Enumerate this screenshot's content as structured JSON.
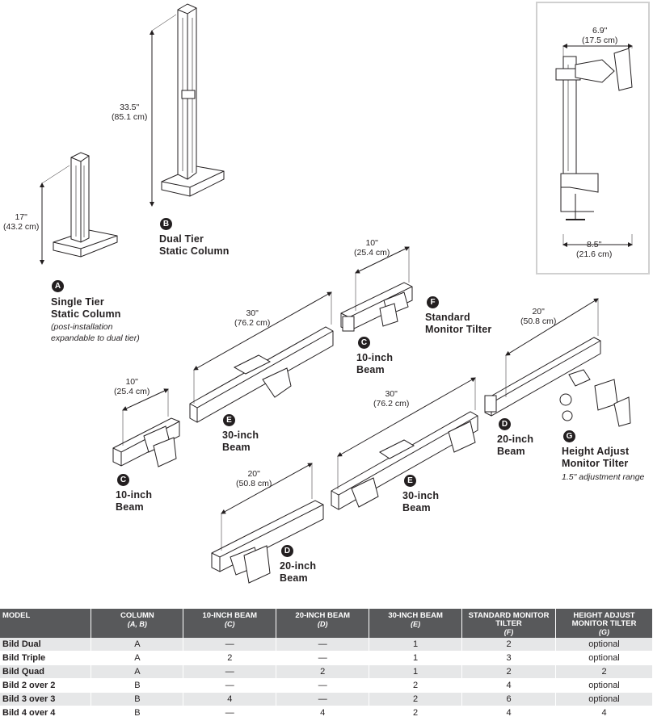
{
  "figures": {
    "single_column": {
      "badge": "A",
      "title_line1": "Single Tier",
      "title_line2": "Static Column",
      "note_line1": "(post-installation",
      "note_line2": "expandable to dual tier)",
      "dim_line1": "17\"",
      "dim_line2": "(43.2 cm)"
    },
    "dual_column": {
      "badge": "B",
      "title_line1": "Dual Tier",
      "title_line2": "Static Column",
      "dim_line1": "33.5\"",
      "dim_line2": "(85.1 cm)"
    },
    "side_view": {
      "top_dim_line1": "6.9\"",
      "top_dim_line2": "(17.5 cm)",
      "bottom_dim_line1": "8.5\"",
      "bottom_dim_line2": "(21.6 cm)"
    },
    "beam10_top": {
      "badge": "C",
      "title_line1": "10-inch",
      "title_line2": "Beam",
      "dim_line1": "10\"",
      "dim_line2": "(25.4 cm)"
    },
    "tilter_std": {
      "badge": "F",
      "title_line1": "Standard",
      "title_line2": "Monitor Tilter"
    },
    "beam30_top": {
      "badge": "E",
      "title_line1": "30-inch",
      "title_line2": "Beam",
      "dim_line1": "30\"",
      "dim_line2": "(76.2 cm)"
    },
    "beam20_right": {
      "badge": "D",
      "title_line1": "20-inch",
      "title_line2": "Beam",
      "dim_line1": "20\"",
      "dim_line2": "(50.8 cm)"
    },
    "tilter_height": {
      "badge": "G",
      "title_line1": "Height Adjust",
      "title_line2": "Monitor Tilter",
      "note": "1.5\" adjustment range"
    },
    "beam10_left": {
      "badge": "C",
      "title_line1": "10-inch",
      "title_line2": "Beam",
      "dim_line1": "10\"",
      "dim_line2": "(25.4 cm)"
    },
    "beam30_mid": {
      "badge": "E",
      "title_line1": "30-inch",
      "title_line2": "Beam",
      "dim_line1": "30\"",
      "dim_line2": "(76.2 cm)"
    },
    "beam20_bottom": {
      "badge": "D",
      "title_line1": "20-inch",
      "title_line2": "Beam",
      "dim_line1": "20\"",
      "dim_line2": "(50.8 cm)"
    }
  },
  "table": {
    "headers": [
      {
        "title": "MODEL",
        "sub": ""
      },
      {
        "title": "COLUMN",
        "sub": "(A, B)"
      },
      {
        "title": "10-INCH BEAM",
        "sub": "(C)"
      },
      {
        "title": "20-INCH BEAM",
        "sub": "(D)"
      },
      {
        "title": "30-INCH BEAM",
        "sub": "(E)"
      },
      {
        "title": "STANDARD MONITOR TILTER",
        "sub": "(F)"
      },
      {
        "title": "HEIGHT ADJUST MONITOR TILTER",
        "sub": "(G)"
      }
    ],
    "rows": [
      [
        "Bild Dual",
        "A",
        "—",
        "—",
        "1",
        "2",
        "optional"
      ],
      [
        "Bild Triple",
        "A",
        "2",
        "—",
        "1",
        "3",
        "optional"
      ],
      [
        "Bild Quad",
        "A",
        "—",
        "2",
        "1",
        "2",
        "2"
      ],
      [
        "Bild 2 over 2",
        "B",
        "—",
        "—",
        "2",
        "4",
        "optional"
      ],
      [
        "Bild 3 over 3",
        "B",
        "4",
        "—",
        "2",
        "6",
        "optional"
      ],
      [
        "Bild 4 over 4",
        "B",
        "—",
        "4",
        "2",
        "4",
        "4"
      ]
    ]
  }
}
